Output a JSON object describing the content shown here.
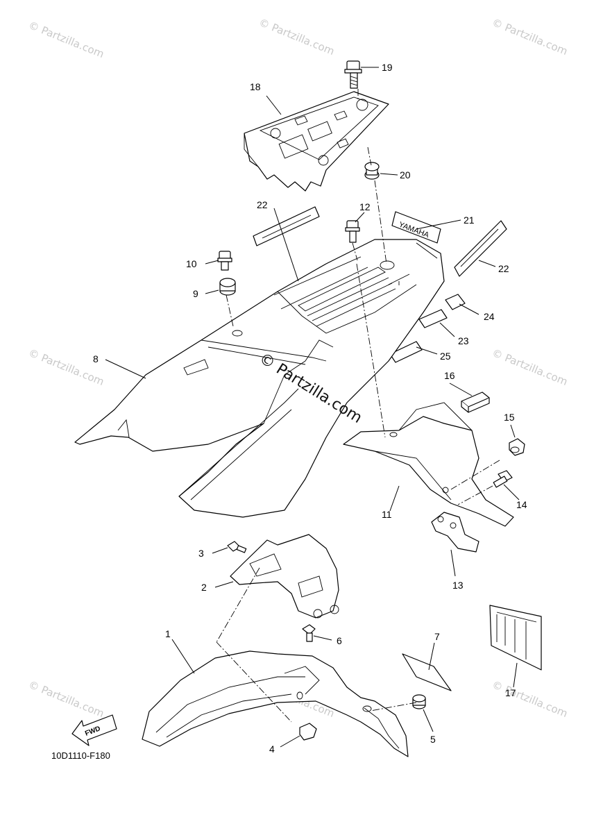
{
  "watermark": {
    "text": "© Partzilla.com"
  },
  "center_watermark": {
    "text": "© Partzilla.com"
  },
  "diagram_code": "10D1110-F180",
  "fwd_arrow_text": "FWD",
  "decals": {
    "brand": "YAMAHA"
  },
  "callouts": [
    {
      "id": "c1",
      "label": "1"
    },
    {
      "id": "c2",
      "label": "2"
    },
    {
      "id": "c3",
      "label": "3"
    },
    {
      "id": "c4",
      "label": "4"
    },
    {
      "id": "c5",
      "label": "5"
    },
    {
      "id": "c6",
      "label": "6"
    },
    {
      "id": "c7",
      "label": "7"
    },
    {
      "id": "c8",
      "label": "8"
    },
    {
      "id": "c9",
      "label": "9"
    },
    {
      "id": "c10",
      "label": "10"
    },
    {
      "id": "c11",
      "label": "11"
    },
    {
      "id": "c12",
      "label": "12"
    },
    {
      "id": "c13",
      "label": "13"
    },
    {
      "id": "c14",
      "label": "14"
    },
    {
      "id": "c15",
      "label": "15"
    },
    {
      "id": "c16",
      "label": "16"
    },
    {
      "id": "c17",
      "label": "17"
    },
    {
      "id": "c18",
      "label": "18"
    },
    {
      "id": "c19",
      "label": "19"
    },
    {
      "id": "c20",
      "label": "20"
    },
    {
      "id": "c21",
      "label": "21"
    },
    {
      "id": "c22a",
      "label": "22"
    },
    {
      "id": "c22b",
      "label": "22"
    },
    {
      "id": "c23",
      "label": "23"
    },
    {
      "id": "c24",
      "label": "24"
    },
    {
      "id": "c25",
      "label": "25"
    }
  ]
}
